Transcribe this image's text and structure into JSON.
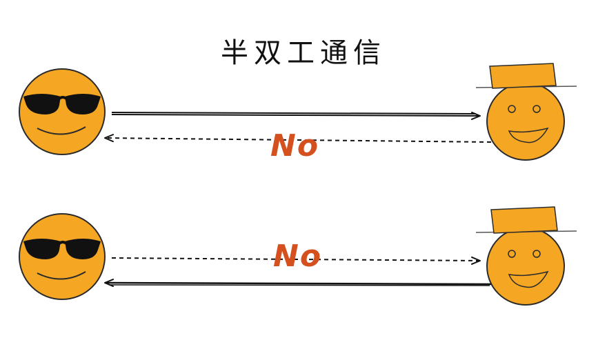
{
  "title": "半双工通信",
  "colors": {
    "face": "#F5A623",
    "outline": "#2a2a2a",
    "no_label": "#D4501E",
    "arrow": "#111111"
  },
  "rows": [
    {
      "solid_arrow": "left-to-right",
      "dashed_arrow": "right-to-left",
      "blocked_label": "No"
    },
    {
      "solid_arrow": "right-to-left",
      "dashed_arrow": "left-to-right",
      "blocked_label": "No"
    }
  ],
  "icons": {
    "left_person": "sunglasses-smiley-icon",
    "right_person": "hat-smiley-icon"
  }
}
